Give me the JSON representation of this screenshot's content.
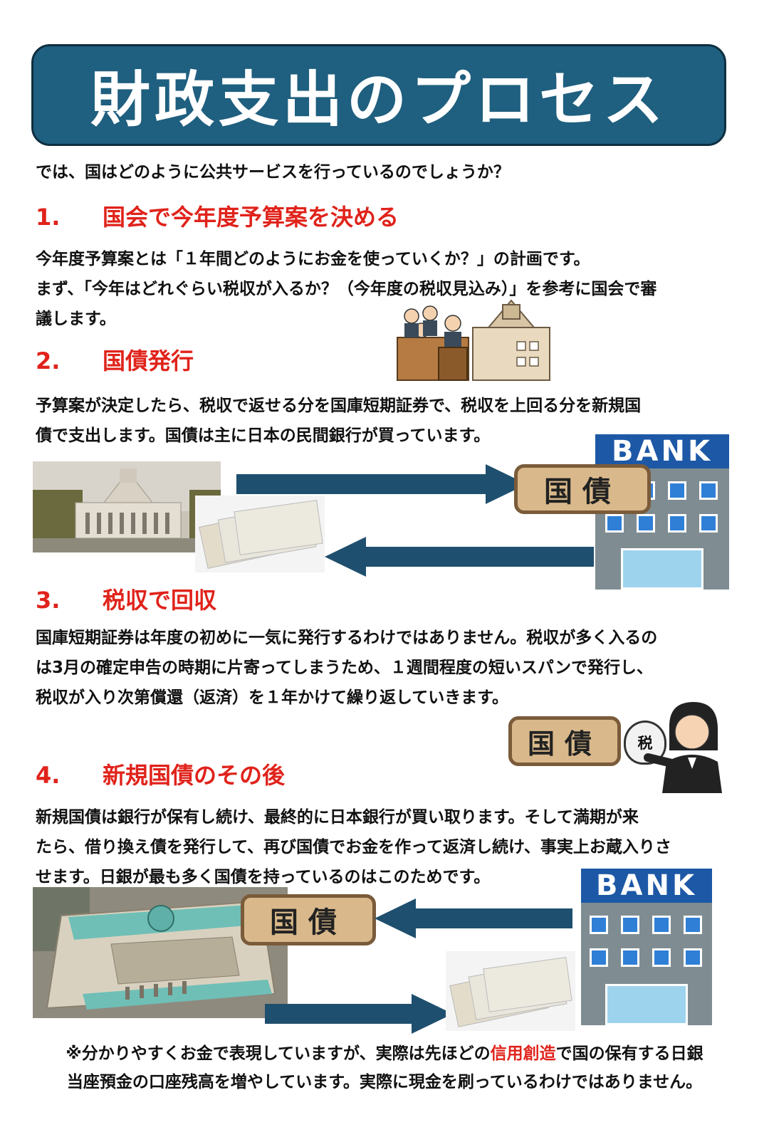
{
  "title": "財政支出のプロセス",
  "intro": "では、国はどのように公共サービスを行っているのでしょうか？",
  "sections": [
    {
      "number": "1.",
      "heading": "国会で今年度予算案を決める",
      "lines": [
        "今年度予算案とは「１年間どのようにお金を使っていくか？」の計画です。",
        "まず、「今年はどれぐらい税収が入るか？（今年度の税収見込み）」を参考に国会で審",
        "議します。"
      ]
    },
    {
      "number": "2.",
      "heading": "国債発行",
      "lines": [
        "予算案が決定したら、税収で返せる分を国庫短期証券で、税収を上回る分を新規国",
        "債で支出します。国債は主に日本の民間銀行が買っています。"
      ]
    },
    {
      "number": "3.",
      "heading": "税収で回収",
      "lines": [
        "国庫短期証券は年度の初めに一気に発行するわけではありません。税収が多く入るの",
        "は3月の確定申告の時期に片寄ってしまうため、１週間程度の短いスパンで発行し、",
        "税収が入り次第償還（返済）を１年かけて繰り返していきます。"
      ]
    },
    {
      "number": "4.",
      "heading": "新規国債のその後",
      "lines": [
        "新規国債は銀行が保有し続け、最終的に日本銀行が買い取ります。そして満期が来",
        "たら、借り換え債を発行して、再び国債でお金を作って返済し続け、事実上お蔵入りさ",
        "せます。日銀が最も多く国債を持っているのはこのためです。"
      ]
    }
  ],
  "bank_sign": "BANK",
  "bond_label": "国債",
  "tax_bag_label": "税",
  "footer": {
    "line1_before": "※分かりやすくお金で表現していますが、実際は先ほどの",
    "line1_highlight": "信用創造",
    "line1_after": "で国の保有する日銀",
    "line2": "当座預金の口座残高を増やしています。実際に現金を刷っているわけではありません。"
  },
  "colors": {
    "title_bg": "#1f5f7f",
    "heading_red": "#e0231b",
    "arrow": "#1f4f6e",
    "bank_sign": "#1d58a6"
  }
}
